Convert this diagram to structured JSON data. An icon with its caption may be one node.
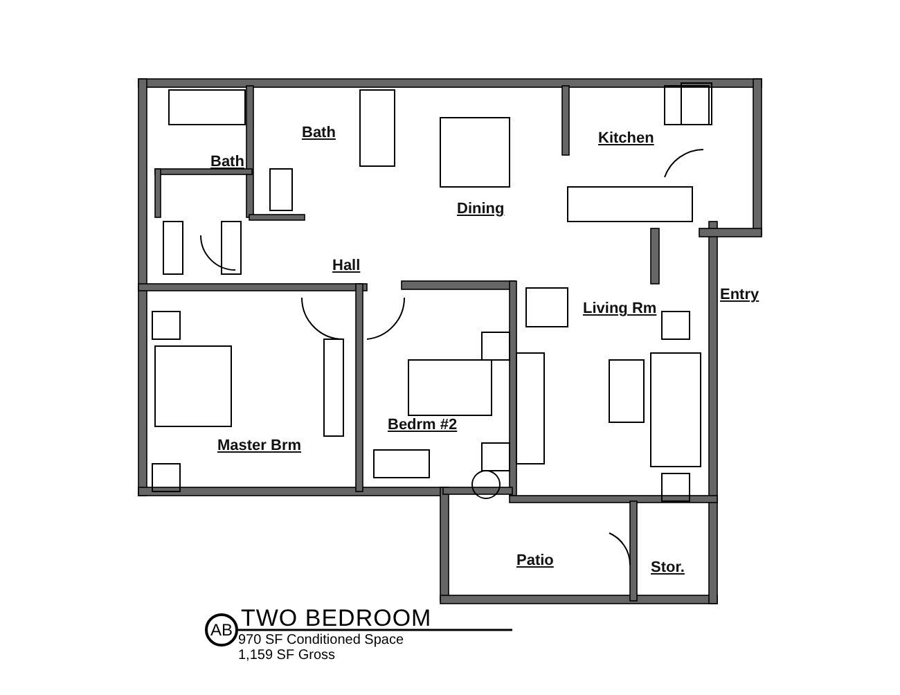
{
  "diagram": {
    "title": "TWO BEDROOM",
    "labels": [
      "Bath",
      "Bath",
      "Kitchen",
      "Dining",
      "Hall",
      "Entry",
      "Living Rm",
      "Bedrm #2",
      "Master Brm",
      "Patio",
      "Stor.",
      "AB",
      "970 SF Conditioned Space",
      "1,159 SF Gross"
    ]
  }
}
